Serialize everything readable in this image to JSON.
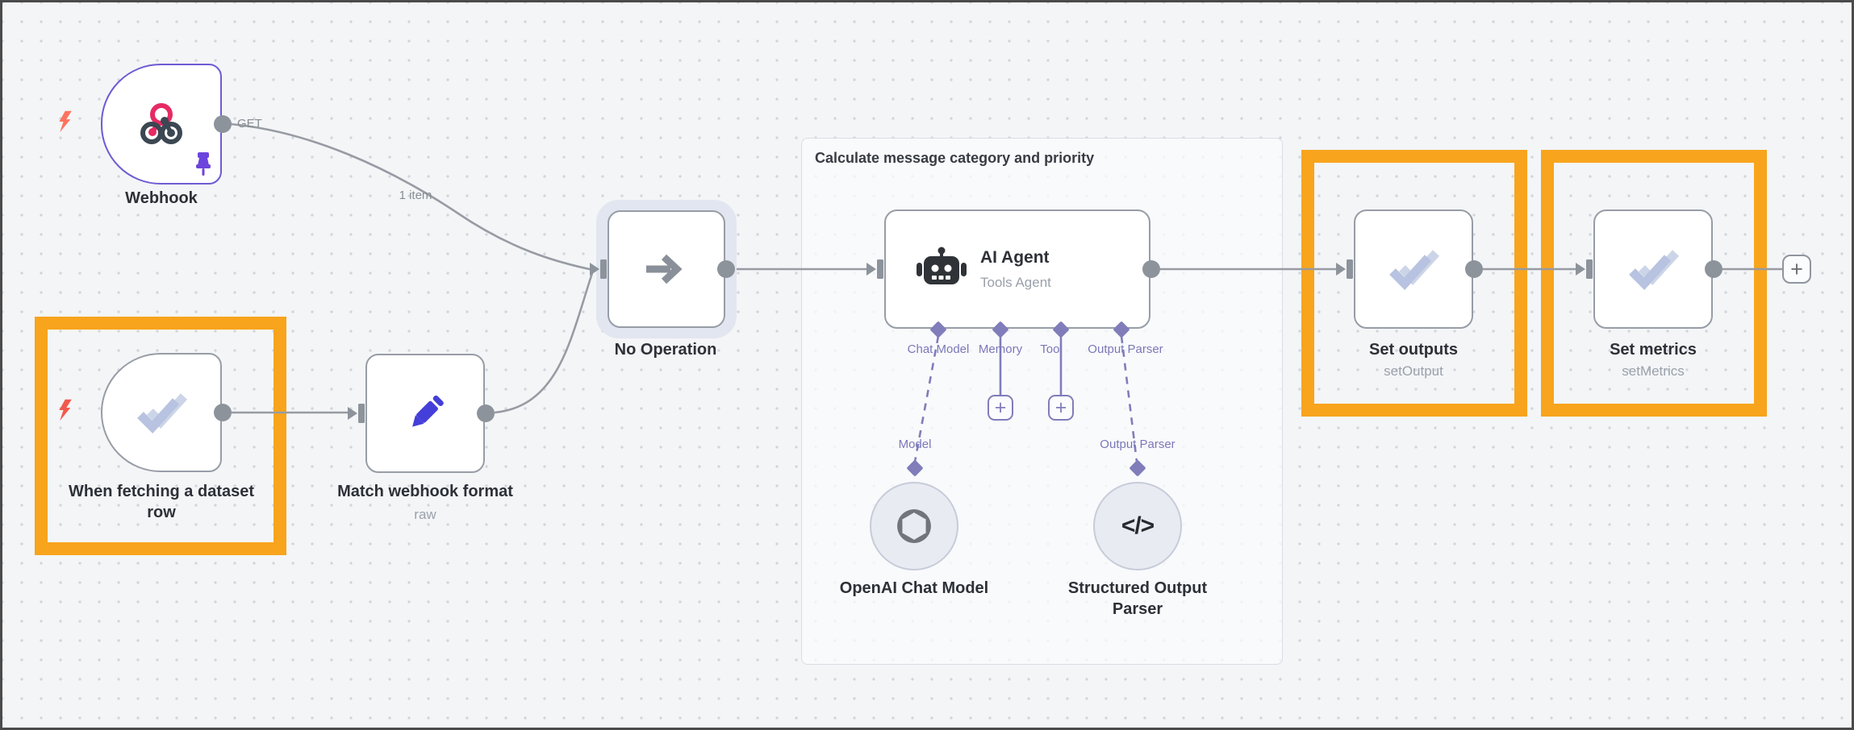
{
  "workflow": {
    "group": {
      "title": "Calculate message category and priority"
    },
    "nodes": {
      "webhook": {
        "label": "Webhook",
        "port": "GET"
      },
      "dataset_trigger": {
        "label_line1": "When fetching a dataset",
        "label_line2": "row"
      },
      "match_format": {
        "label": "Match webhook format",
        "sublabel": "raw"
      },
      "no_operation": {
        "label": "No Operation"
      },
      "ai_agent": {
        "label": "AI Agent",
        "sublabel": "Tools Agent",
        "ports": {
          "chat_model": "Chat Model",
          "memory": "Memory",
          "tool": "Tool",
          "output_parser": "Output Parser"
        }
      },
      "openai_chat_model": {
        "label": "OpenAI Chat Model",
        "port": "Model"
      },
      "structured_output_parser": {
        "label_line1": "Structured Output",
        "label_line2": "Parser",
        "port": "Output Parser"
      },
      "set_outputs": {
        "label": "Set outputs",
        "sublabel": "setOutput"
      },
      "set_metrics": {
        "label": "Set metrics",
        "sublabel": "setMetrics"
      }
    },
    "connections": {
      "webhook_items": "1 item"
    },
    "icons": {
      "plus": "+",
      "code": "</>"
    },
    "colors": {
      "highlight_orange": "#F8A41D",
      "selected_node_purple": "#6E5BD4",
      "ai_port_purple": "#807DBA",
      "wire_gray": "#979CA3",
      "canvas_bg": "#F4F5F7"
    }
  }
}
